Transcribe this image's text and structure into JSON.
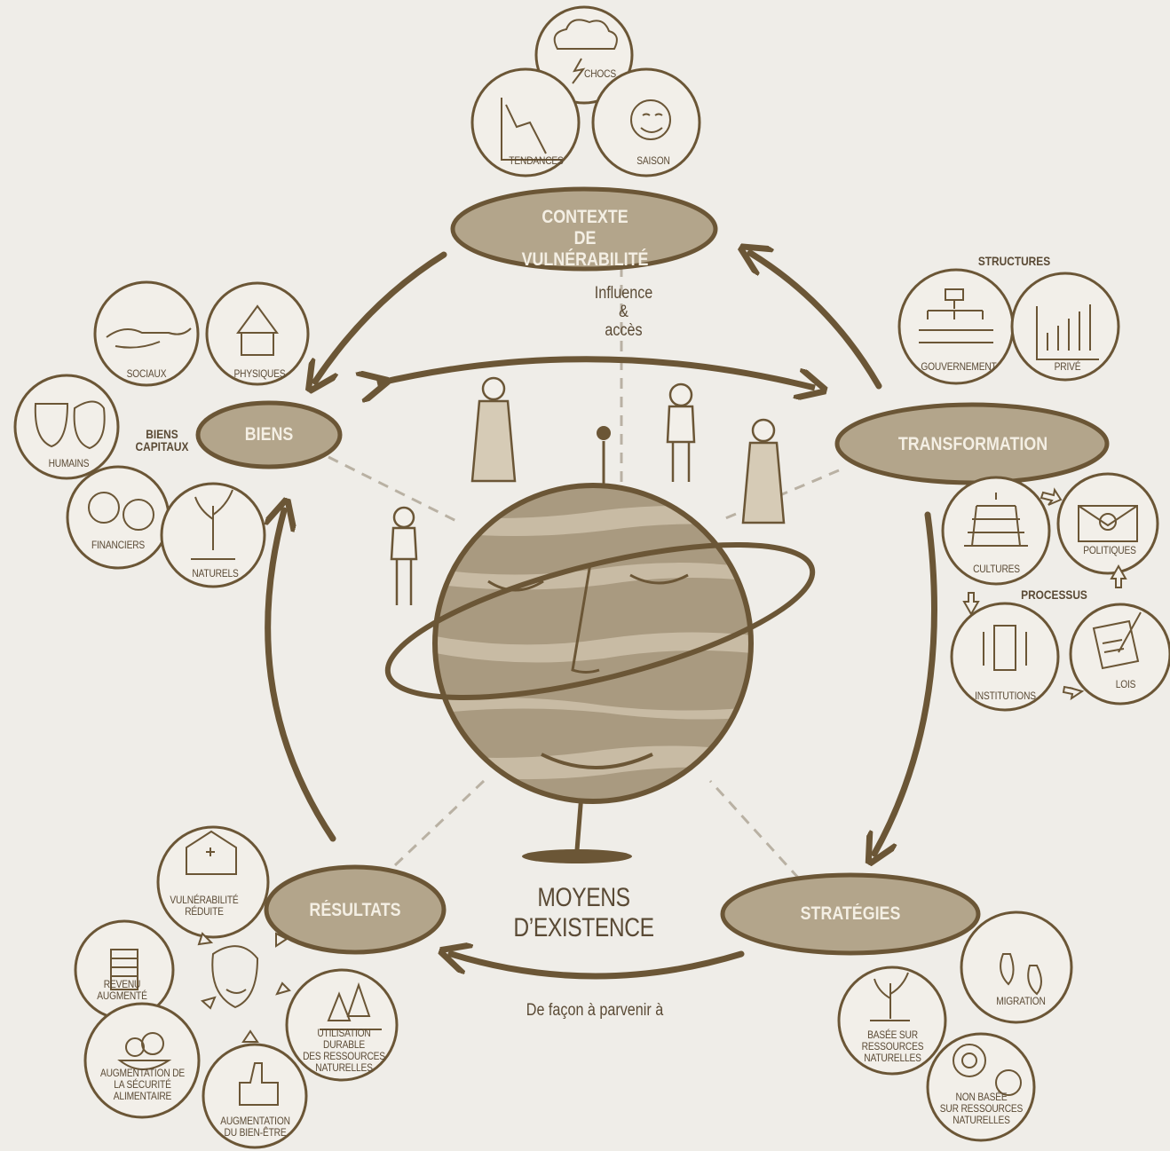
{
  "vulnerability": {
    "title": "CONTEXTE\nDE VULNÉRABILITÉ",
    "items": [
      "CHOCS",
      "TENDANCES",
      "SAISON"
    ]
  },
  "influence": "Influence\n&\naccès",
  "assets": {
    "title": "BIENS",
    "group_label": "BIENS\nCAPITAUX",
    "items": [
      "SOCIAUX",
      "PHYSIQUES",
      "HUMAINS",
      "FINANCIERS",
      "NATURELS"
    ]
  },
  "transformation": {
    "title": "TRANSFORMATION",
    "structures_label": "STRUCTURES",
    "structures": [
      "GOUVERNEMENT",
      "PRIVÉ"
    ],
    "processes_label": "PROCESSUS",
    "processes": [
      "CULTURES",
      "POLITIQUES",
      "INSTITUTIONS",
      "LOIS"
    ]
  },
  "strategies": {
    "title": "STRATÉGIES",
    "items": [
      "MIGRATION",
      "BASÉE SUR\nRESSOURCES\nNATURELLES",
      "NON BASÉE\nSUR RESSOURCES\nNATURELLES"
    ]
  },
  "outcomes": {
    "title": "RÉSULTATS",
    "items": [
      "VULNÉRABILITÉ\nRÉDUITE",
      "REVENU\nAUGMENTÉ",
      "UTILISATION DURABLE\nDES RESSOURCES\nNATURELLES",
      "AUGMENTATION DE\nLA SÉCURITÉ\nALIMENTAIRE",
      "AUGMENTATION\nDU BIEN-ÊTRE"
    ]
  },
  "center_label": "MOYENS D’EXISTENCE",
  "bottom_label": "De façon à parvenir à",
  "colors": {
    "background": "#efede8",
    "ink": "#6b5636",
    "hub_fill": "#b3a58b",
    "hub_text": "#f4efe4",
    "planet": "#a99a80",
    "planet_band": "#c8bba4"
  }
}
